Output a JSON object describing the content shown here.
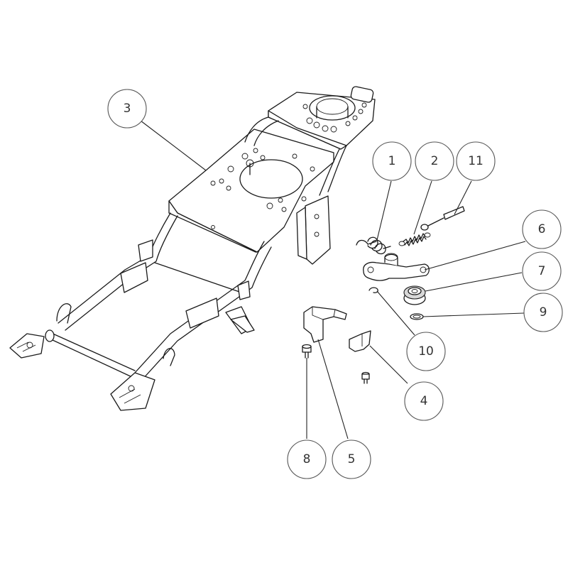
{
  "callouts": [
    {
      "id": "3",
      "label": "3"
    },
    {
      "id": "1",
      "label": "1"
    },
    {
      "id": "2",
      "label": "2"
    },
    {
      "id": "11",
      "label": "11"
    },
    {
      "id": "6",
      "label": "6"
    },
    {
      "id": "7",
      "label": "7"
    },
    {
      "id": "9",
      "label": "9"
    },
    {
      "id": "10",
      "label": "10"
    },
    {
      "id": "4",
      "label": "4"
    },
    {
      "id": "8",
      "label": "8"
    },
    {
      "id": "5",
      "label": "5"
    }
  ]
}
